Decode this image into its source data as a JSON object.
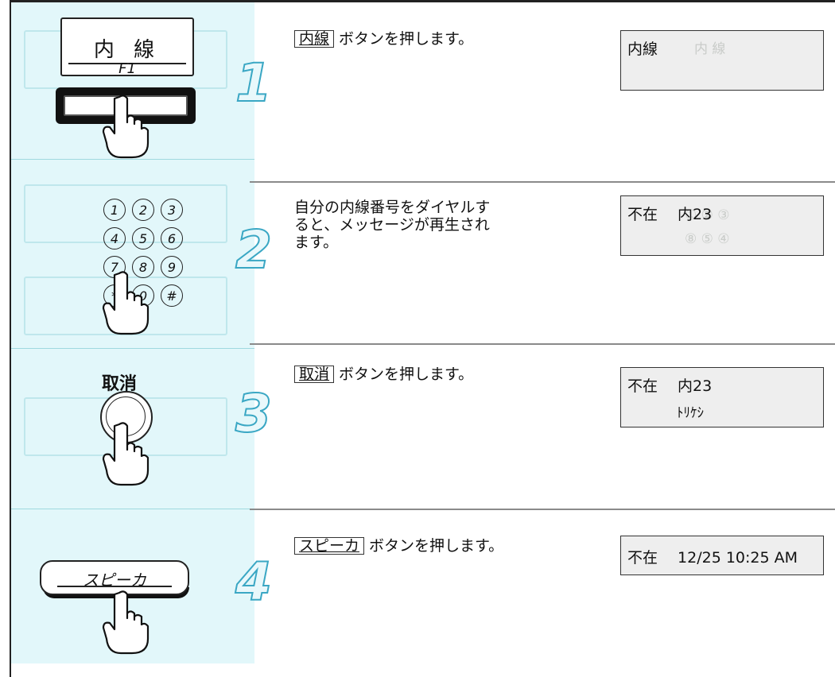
{
  "steps": [
    {
      "number": "1",
      "key_label": "内線",
      "instruction": "ボタンを押します。",
      "lcd_lines": [
        "内線"
      ]
    },
    {
      "number": "2",
      "instruction_lines": [
        "自分の内線番号をダイヤルす",
        "ると、メッセージが再生され",
        "ます。"
      ],
      "lcd_lines": [
        "不在　 内23"
      ]
    },
    {
      "number": "3",
      "key_label": "取消",
      "instruction": "ボタンを押します。",
      "lcd_lines": [
        "不在　 内23",
        "ﾄﾘｹｼ"
      ]
    },
    {
      "number": "4",
      "key_label": "スピーカ",
      "instruction": "ボタンを押します。",
      "lcd_lines": [
        "不在　 12/25 10:25 AM"
      ]
    }
  ],
  "illustrations": {
    "extension_key": {
      "name": "内 線",
      "sub": "F1"
    },
    "dial_pad": [
      [
        "1",
        "2",
        "3"
      ],
      [
        "4",
        "5",
        "6"
      ],
      [
        "7",
        "8",
        "9"
      ],
      [
        "*",
        "0",
        "#"
      ]
    ],
    "cancel_key": "取消",
    "speaker_key": "スピーカ"
  },
  "colors": {
    "accent": "#3aa7c4",
    "panel": "#e2f7fa",
    "lcd": "#eeeeee"
  }
}
